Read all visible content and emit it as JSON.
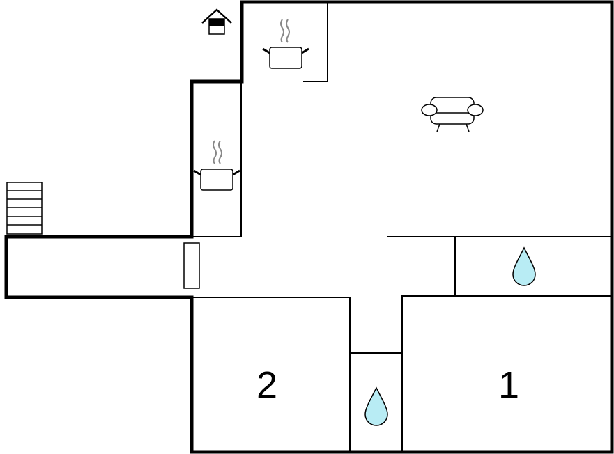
{
  "rooms": [
    {
      "id": "bedroom-1",
      "label": "1"
    },
    {
      "id": "bedroom-2",
      "label": "2"
    }
  ],
  "icons": {
    "entrance": "house-entrance-icon",
    "kitchen": "cooking-pot-icon",
    "living": "sofa-icon",
    "bathroom": "water-drop-icon",
    "stairs": "stairs-icon",
    "door": "door-icon"
  },
  "colors": {
    "walls": "#000000",
    "water_drop": "#b8ecf4",
    "steam": "#888888"
  }
}
